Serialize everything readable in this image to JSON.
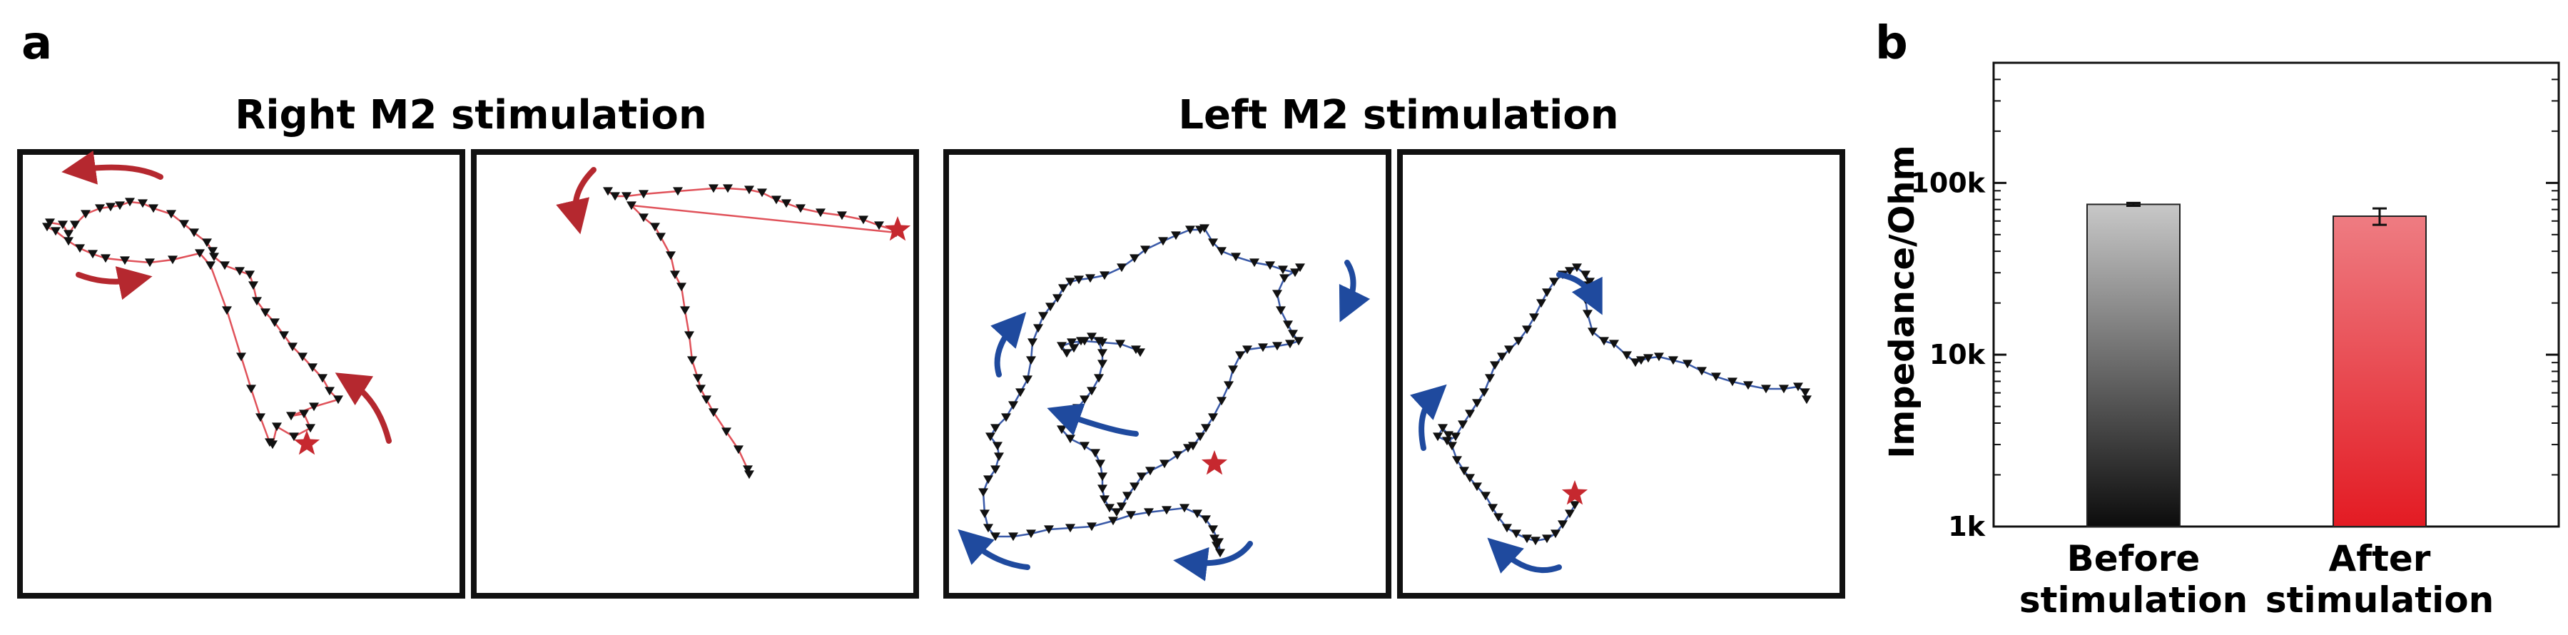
{
  "panel_a": {
    "letter": "a",
    "groups": [
      {
        "title": "Right M2 stimulation"
      },
      {
        "title": "Left M2 stimulation"
      }
    ],
    "colors": {
      "right_path": "#e0525a",
      "left_path": "#3a5aa8",
      "right_arrow": "#b5282f",
      "left_arrow": "#1f4a9e",
      "star": "#c6282f",
      "marker": "#111111"
    },
    "icons": {
      "marker": "triangle-down-icon",
      "end": "star-icon",
      "direction": "curved-arrow-icon"
    }
  },
  "panel_b": {
    "letter": "b",
    "chart_data": {
      "type": "bar",
      "categories": [
        "Before stimulation",
        "After stimulation"
      ],
      "category_lines": [
        [
          "Before",
          "stimulation"
        ],
        [
          "After",
          "stimulation"
        ]
      ],
      "values": [
        75000,
        64000
      ],
      "error": [
        1500,
        7000
      ],
      "yscale": "log",
      "ylim": [
        1000,
        500000
      ],
      "yticks": [
        1000,
        10000,
        100000
      ],
      "ytick_labels": [
        "1k",
        "10k",
        "100k"
      ],
      "ylabel": "Impedance/Ohm",
      "xlabel": "",
      "title": "",
      "bar_gradients": [
        {
          "top": "#c8c8c8",
          "bottom": "#0c0c0c"
        },
        {
          "top": "#ee7c82",
          "bottom": "#e31b23"
        }
      ]
    }
  }
}
